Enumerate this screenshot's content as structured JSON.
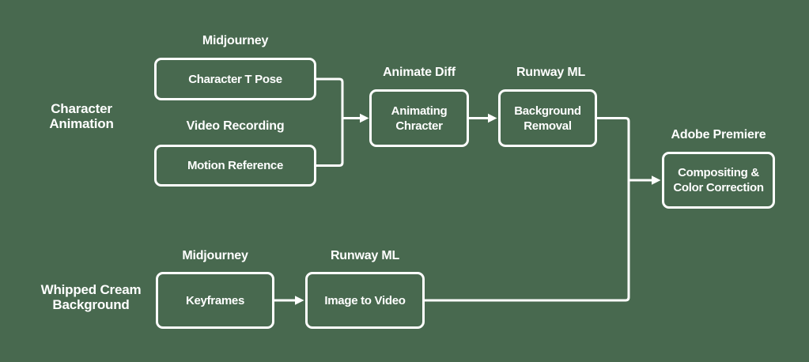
{
  "canvas": {
    "background_color": "#48694F",
    "line_color": "#FFFFFF",
    "text_color": "#FFFFFF"
  },
  "sections": [
    {
      "id": "character-animation",
      "label": "Character\nAnimation"
    },
    {
      "id": "whipped-cream-background",
      "label": "Whipped Cream\nBackground"
    }
  ],
  "nodes": [
    {
      "id": "character-t-pose",
      "tool": "Midjourney",
      "label": "Character T Pose"
    },
    {
      "id": "motion-reference",
      "tool": "Video Recording",
      "label": "Motion Reference"
    },
    {
      "id": "animating-chracter",
      "tool": "Animate Diff",
      "label": "Animating\nChracter"
    },
    {
      "id": "background-removal",
      "tool": "Runway ML",
      "label": "Background\nRemoval"
    },
    {
      "id": "compositing-color-correction",
      "tool": "Adobe Premiere",
      "label": "Compositing &\nColor Correction"
    },
    {
      "id": "keyframes",
      "tool": "Midjourney",
      "label": "Keyframes"
    },
    {
      "id": "image-to-video",
      "tool": "Runway ML",
      "label": "Image to Video"
    }
  ]
}
